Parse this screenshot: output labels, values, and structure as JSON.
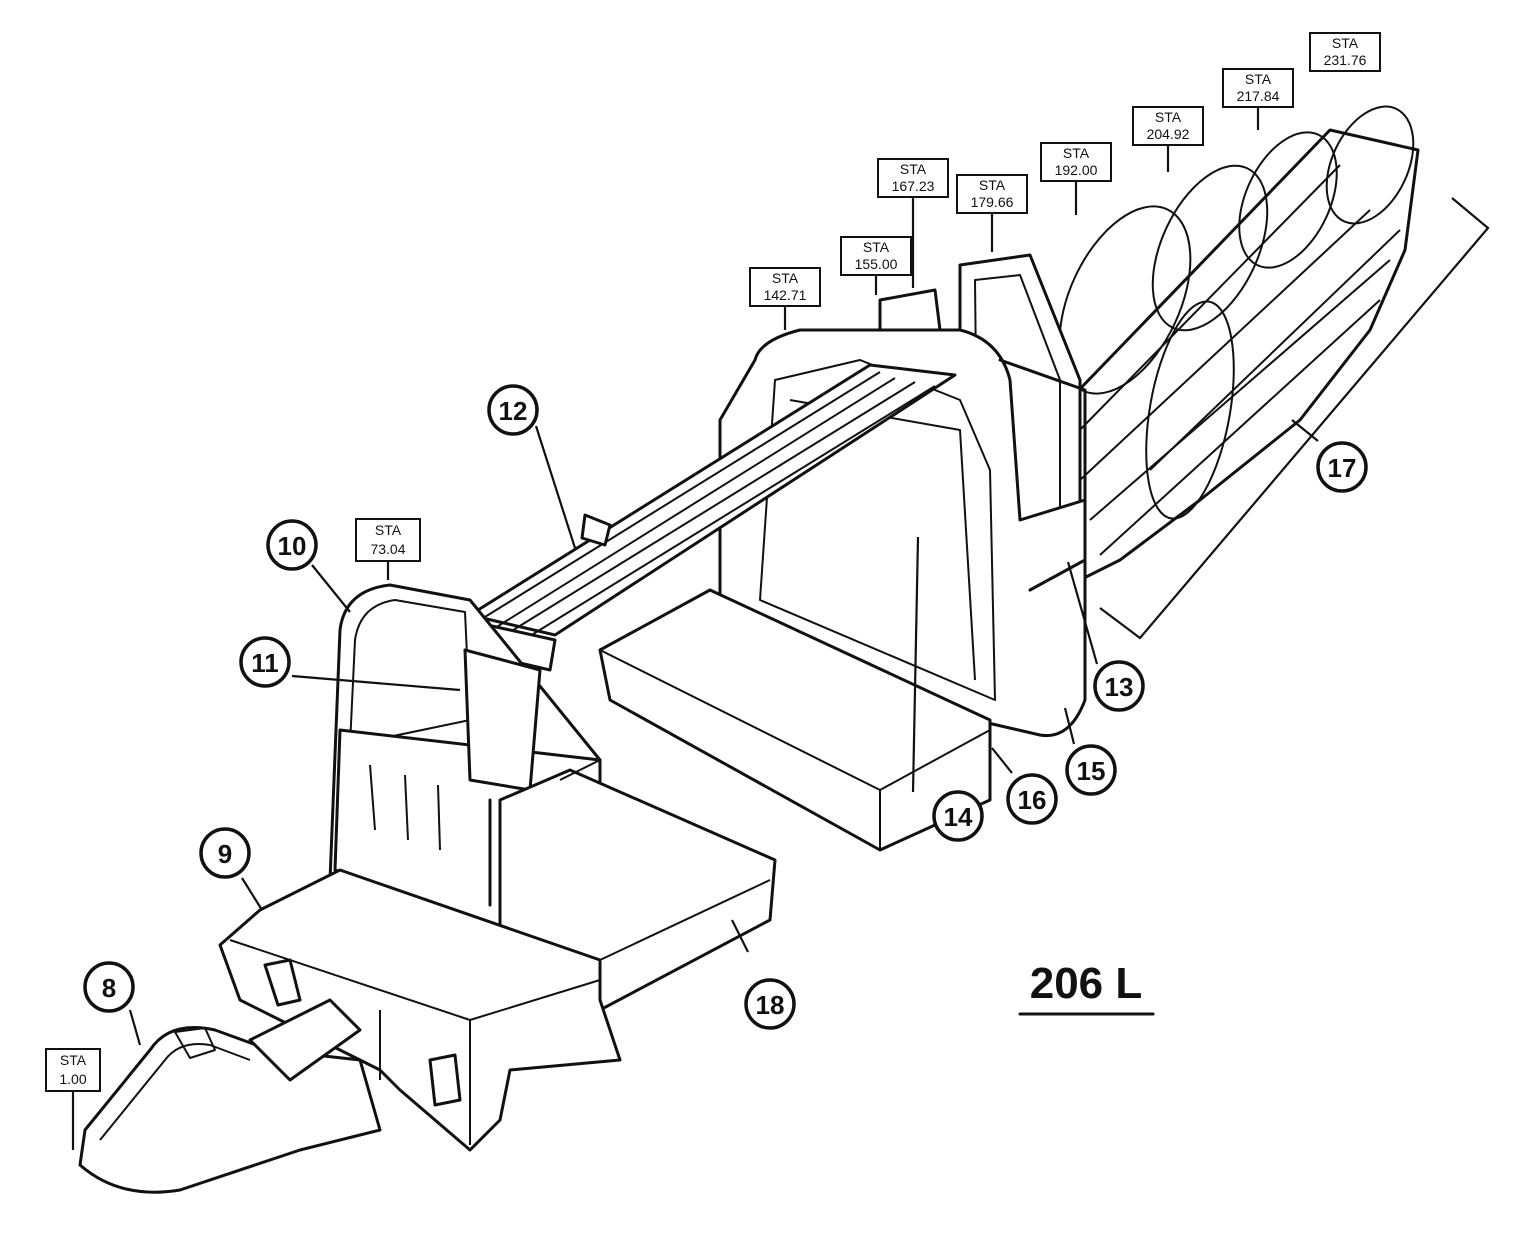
{
  "model_label": "206 L",
  "stations": [
    {
      "id": "sta-1",
      "label": "STA",
      "value": "1.00"
    },
    {
      "id": "sta-73",
      "label": "STA",
      "value": "73.04"
    },
    {
      "id": "sta-142",
      "label": "STA",
      "value": "142.71"
    },
    {
      "id": "sta-155",
      "label": "STA",
      "value": "155.00"
    },
    {
      "id": "sta-167",
      "label": "STA",
      "value": "167.23"
    },
    {
      "id": "sta-179",
      "label": "STA",
      "value": "179.66"
    },
    {
      "id": "sta-192",
      "label": "STA",
      "value": "192.00"
    },
    {
      "id": "sta-204",
      "label": "STA",
      "value": "204.92"
    },
    {
      "id": "sta-217",
      "label": "STA",
      "value": "217.84"
    },
    {
      "id": "sta-231",
      "label": "STA",
      "value": "231.76"
    }
  ],
  "callouts": [
    "8",
    "9",
    "10",
    "11",
    "12",
    "13",
    "14",
    "15",
    "16",
    "17",
    "18"
  ]
}
